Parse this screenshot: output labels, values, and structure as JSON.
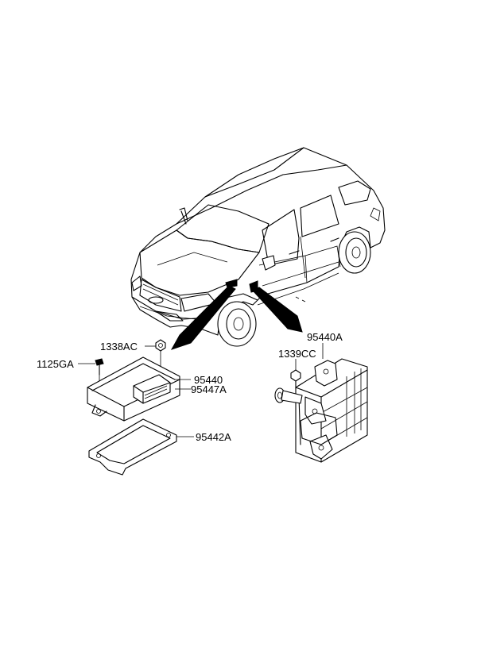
{
  "callouts": {
    "nut_left": "1338AC",
    "bolt_left": "1125GA",
    "module_main": "95440",
    "module_cover": "95447A",
    "bracket": "95442A",
    "module_right": "95440A",
    "bolt_right": "1339CC"
  }
}
